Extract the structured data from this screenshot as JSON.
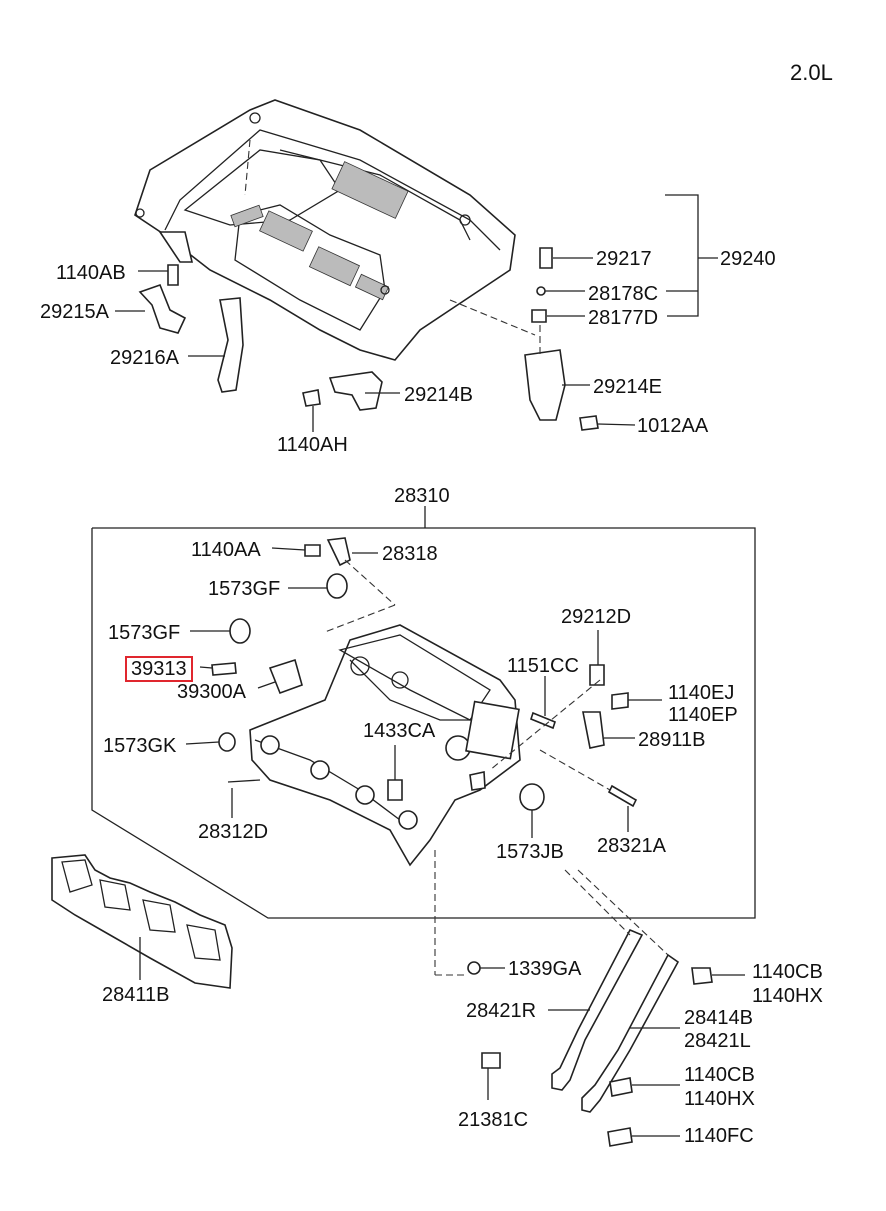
{
  "engine": "2.0L",
  "labels": {
    "p1140AB": "1140AB",
    "p29215A": "29215A",
    "p29216A": "29216A",
    "p1140AH": "1140AH",
    "p29214B": "29214B",
    "p29217": "29217",
    "p28178C": "28178C",
    "p28177D": "28177D",
    "p29240": "29240",
    "p29214E": "29214E",
    "p1012AA": "1012AA",
    "p28310": "28310",
    "p1140AA": "1140AA",
    "p28318": "28318",
    "p1573GF_a": "1573GF",
    "p1573GF_b": "1573GF",
    "p39313": "39313",
    "p39300A": "39300A",
    "p1573GK": "1573GK",
    "p28312D": "28312D",
    "p1433CA": "1433CA",
    "p29212D": "29212D",
    "p1151CC": "1151CC",
    "p1140EJ": "1140EJ",
    "p1140EP": "1140EP",
    "p28911B": "28911B",
    "p1573JB": "1573JB",
    "p28321A": "28321A",
    "p28411B": "28411B",
    "p1339GA": "1339GA",
    "p28421R": "28421R",
    "p1140CB_a": "1140CB",
    "p1140HX_a": "1140HX",
    "p28414B": "28414B",
    "p28421L": "28421L",
    "p21381C": "21381C",
    "p1140CB_b": "1140CB",
    "p1140HX_b": "1140HX",
    "p1140FC": "1140FC"
  },
  "highlight": {
    "part": "39313",
    "color": "#e0262e"
  }
}
